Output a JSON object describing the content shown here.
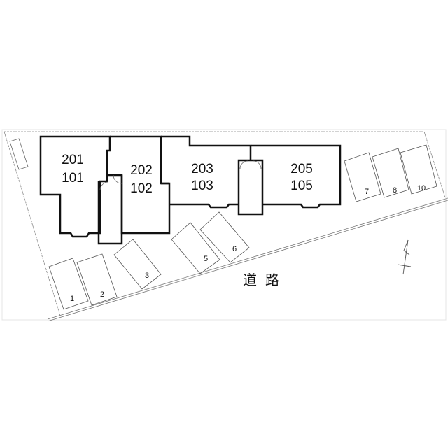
{
  "site_plan": {
    "units": [
      {
        "upper": "201",
        "lower": "101"
      },
      {
        "upper": "202",
        "lower": "102"
      },
      {
        "upper": "203",
        "lower": "103"
      },
      {
        "upper": "205",
        "lower": "105"
      }
    ],
    "parking": [
      "1",
      "2",
      "3",
      "5",
      "6",
      "7",
      "8",
      "10"
    ],
    "road_label": "道路",
    "compass": "north-arrow"
  }
}
